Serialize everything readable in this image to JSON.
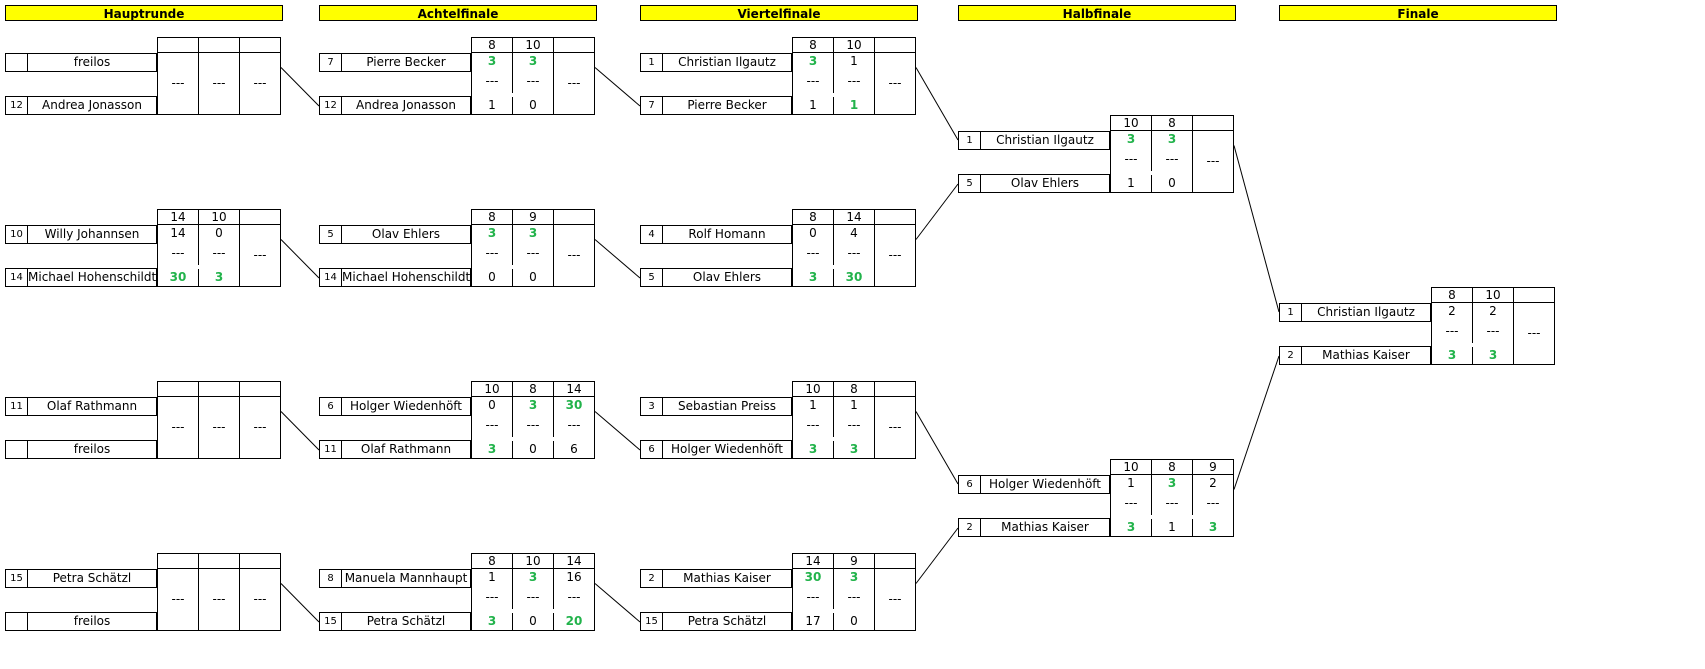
{
  "rounds": [
    "Hauptrunde",
    "Achtelfinale",
    "Viertelfinale",
    "Halbfinale",
    "Finale"
  ],
  "placeholder": "---",
  "win_color": "#22b34b",
  "matches": [
    {
      "round": 0,
      "sets": [
        "",
        "",
        ""
      ],
      "p1": {
        "seed": "",
        "name": "freilos",
        "scores": []
      },
      "p2": {
        "seed": "12",
        "name": "Andrea Jonasson",
        "scores": []
      }
    },
    {
      "round": 0,
      "sets": [
        "14",
        "10",
        ""
      ],
      "p1": {
        "seed": "10",
        "name": "Willy Johannsen",
        "scores": [
          "14",
          "0"
        ]
      },
      "p2": {
        "seed": "14",
        "name": "Michael Hohenschildt",
        "scores": [
          "30",
          "3"
        ]
      }
    },
    {
      "round": 0,
      "sets": [
        "",
        "",
        ""
      ],
      "p1": {
        "seed": "11",
        "name": "Olaf Rathmann",
        "scores": []
      },
      "p2": {
        "seed": "",
        "name": "freilos",
        "scores": []
      }
    },
    {
      "round": 0,
      "sets": [
        "",
        "",
        ""
      ],
      "p1": {
        "seed": "15",
        "name": "Petra Schätzl",
        "scores": []
      },
      "p2": {
        "seed": "",
        "name": "freilos",
        "scores": []
      }
    },
    {
      "round": 1,
      "sets": [
        "8",
        "10",
        ""
      ],
      "p1": {
        "seed": "7",
        "name": "Pierre Becker",
        "scores": [
          "3",
          "3"
        ]
      },
      "p2": {
        "seed": "12",
        "name": "Andrea Jonasson",
        "scores": [
          "1",
          "0"
        ]
      }
    },
    {
      "round": 1,
      "sets": [
        "8",
        "9",
        ""
      ],
      "p1": {
        "seed": "5",
        "name": "Olav Ehlers",
        "scores": [
          "3",
          "3"
        ]
      },
      "p2": {
        "seed": "14",
        "name": "Michael Hohenschildt",
        "scores": [
          "0",
          "0"
        ]
      }
    },
    {
      "round": 1,
      "sets": [
        "10",
        "8",
        "14"
      ],
      "p1": {
        "seed": "6",
        "name": "Holger Wiedenhöft",
        "scores": [
          "0",
          "3",
          "30"
        ]
      },
      "p2": {
        "seed": "11",
        "name": "Olaf Rathmann",
        "scores": [
          "3",
          "0",
          "6"
        ]
      }
    },
    {
      "round": 1,
      "sets": [
        "8",
        "10",
        "14"
      ],
      "p1": {
        "seed": "8",
        "name": "Manuela Mannhaupt",
        "scores": [
          "1",
          "3",
          "16"
        ]
      },
      "p2": {
        "seed": "15",
        "name": "Petra Schätzl",
        "scores": [
          "3",
          "0",
          "20"
        ]
      }
    },
    {
      "round": 2,
      "sets": [
        "8",
        "10",
        ""
      ],
      "p1": {
        "seed": "1",
        "name": "Christian Ilgautz",
        "scores": [
          "3",
          "1"
        ]
      },
      "p2": {
        "seed": "7",
        "name": "Pierre Becker",
        "scores": [
          "1",
          "1"
        ]
      }
    },
    {
      "round": 2,
      "sets": [
        "8",
        "14",
        ""
      ],
      "p1": {
        "seed": "4",
        "name": "Rolf Homann",
        "scores": [
          "0",
          "4"
        ]
      },
      "p2": {
        "seed": "5",
        "name": "Olav Ehlers",
        "scores": [
          "3",
          "30"
        ]
      }
    },
    {
      "round": 2,
      "sets": [
        "10",
        "8",
        ""
      ],
      "p1": {
        "seed": "3",
        "name": "Sebastian Preiss",
        "scores": [
          "1",
          "1"
        ]
      },
      "p2": {
        "seed": "6",
        "name": "Holger Wiedenhöft",
        "scores": [
          "3",
          "3"
        ]
      }
    },
    {
      "round": 2,
      "sets": [
        "14",
        "9",
        ""
      ],
      "p1": {
        "seed": "2",
        "name": "Mathias Kaiser",
        "scores": [
          "30",
          "3"
        ]
      },
      "p2": {
        "seed": "15",
        "name": "Petra Schätzl",
        "scores": [
          "17",
          "0"
        ]
      }
    },
    {
      "round": 3,
      "sets": [
        "10",
        "8",
        ""
      ],
      "p1": {
        "seed": "1",
        "name": "Christian Ilgautz",
        "scores": [
          "3",
          "3"
        ]
      },
      "p2": {
        "seed": "5",
        "name": "Olav Ehlers",
        "scores": [
          "1",
          "0"
        ]
      }
    },
    {
      "round": 3,
      "sets": [
        "10",
        "8",
        "9"
      ],
      "p1": {
        "seed": "6",
        "name": "Holger Wiedenhöft",
        "scores": [
          "1",
          "3",
          "2"
        ]
      },
      "p2": {
        "seed": "2",
        "name": "Mathias Kaiser",
        "scores": [
          "3",
          "1",
          "3"
        ]
      }
    },
    {
      "round": 4,
      "sets": [
        "8",
        "10",
        ""
      ],
      "p1": {
        "seed": "1",
        "name": "Christian Ilgautz",
        "scores": [
          "2",
          "2"
        ]
      },
      "p2": {
        "seed": "2",
        "name": "Mathias Kaiser",
        "scores": [
          "3",
          "3"
        ]
      }
    }
  ]
}
